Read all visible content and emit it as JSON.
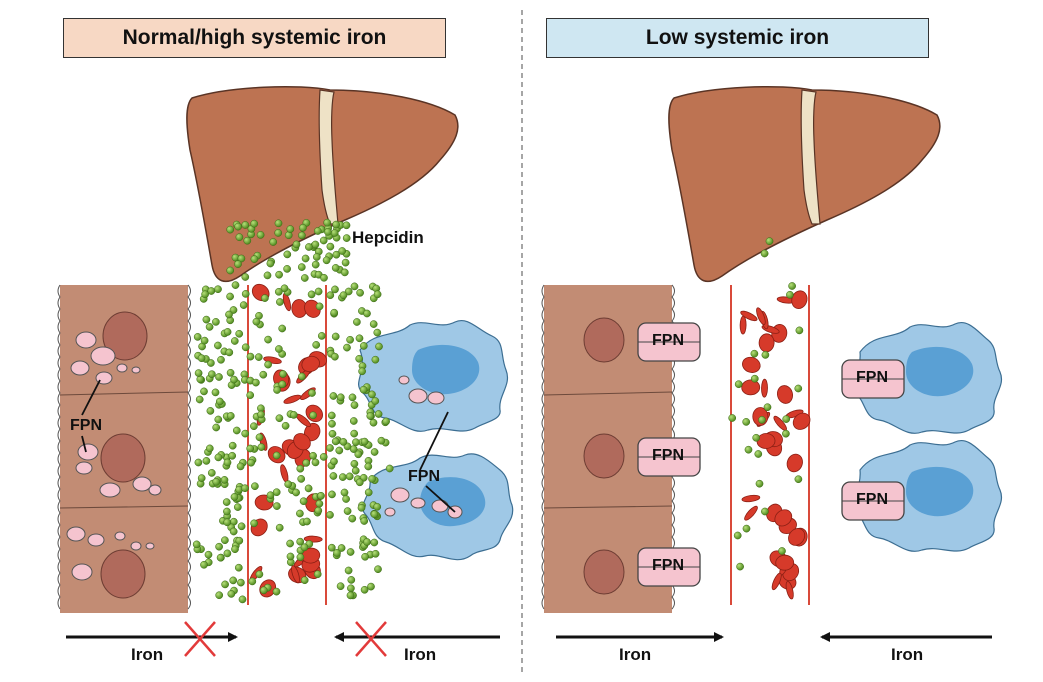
{
  "panels": {
    "left": {
      "title": "Normal/high systemic iron",
      "title_color": "#f7d8c4"
    },
    "right": {
      "title": "Low systemic iron",
      "title_color": "#cfe7f2"
    }
  },
  "labels": {
    "hepcidin": "Hepcidin",
    "fpn": "FPN",
    "iron": "Iron"
  },
  "colors": {
    "liver": "#bd7352",
    "enterocyte": "#c28c74",
    "nucleus": "#b06a5c",
    "macrophage": "#9fc8e6",
    "macrophage_nucleus": "#5aa0d4",
    "rbc": "#d63a2a",
    "hepcidin_dot": "#6ea832",
    "fpn_fill": "#f5c4cf",
    "vessel_line": "#d94a3a",
    "block_x": "#e23a3a"
  },
  "icons": [
    "liver-icon",
    "enterocyte-icon",
    "macrophage-icon",
    "red-blood-cell-icon",
    "hepcidin-molecule-icon",
    "ferroportin-icon",
    "arrow-icon",
    "block-cross-icon"
  ]
}
